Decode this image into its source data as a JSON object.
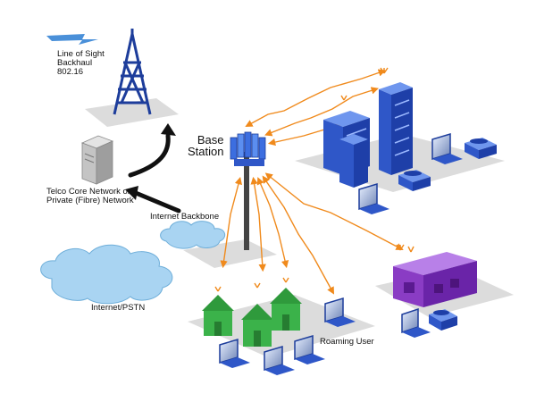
{
  "labels": {
    "backhaul": "Line of Sight\nBackhaul\n802.16",
    "base_station": "Base\nStation",
    "telco": "Telco Core Network or\nPrivate (Fibre) Network",
    "internet_backbone": "Internet Backbone",
    "internet_pstn": "Internet/PSTN",
    "roaming_user": "Roaming User"
  },
  "colors": {
    "tower": "#1d3d9b",
    "link": "#f08a1c",
    "cloud": "#a9d4f2",
    "house": "#3bb24a",
    "office": "#2f57c8",
    "building": "#8a3cc4",
    "arrow": "#111111",
    "ground": "#d8d8d8"
  },
  "icons": [
    "backhaul-tower-icon",
    "base-station-icon",
    "server-icon",
    "cloud-icon",
    "house-icon",
    "office-tower-icon",
    "laptop-icon",
    "phone-icon",
    "purple-building-icon"
  ]
}
